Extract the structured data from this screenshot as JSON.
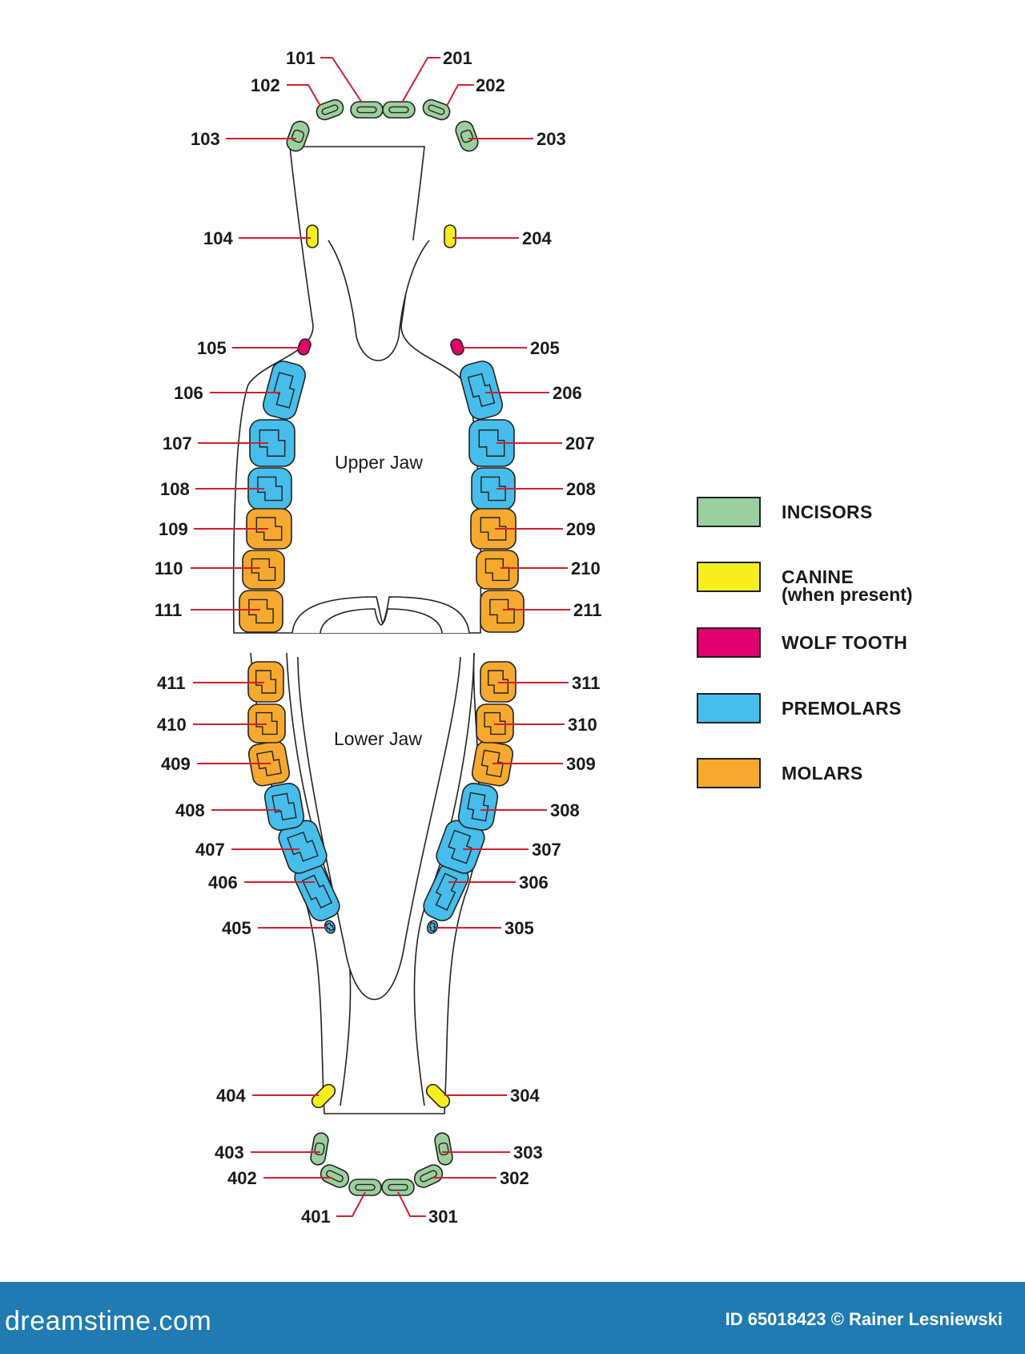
{
  "jaw_labels": {
    "upper": "Upper Jaw",
    "lower": "Lower Jaw"
  },
  "colors": {
    "incisors": "#9ccf9e",
    "canine": "#f7ee1f",
    "wolf": "#e0006e",
    "premolars": "#46bdea",
    "molars": "#f6a92e"
  },
  "legend": [
    {
      "key": "incisors",
      "label": "INCISORS",
      "sub": ""
    },
    {
      "key": "canine",
      "label": "CANINE",
      "sub": "(when present)"
    },
    {
      "key": "wolf",
      "label": "WOLF TOOTH",
      "sub": ""
    },
    {
      "key": "premolars",
      "label": "PREMOLARS",
      "sub": ""
    },
    {
      "key": "molars",
      "label": "MOLARS",
      "sub": ""
    }
  ],
  "teeth": {
    "upper_right": [
      {
        "num": "101",
        "type": "incisors"
      },
      {
        "num": "102",
        "type": "incisors"
      },
      {
        "num": "103",
        "type": "incisors"
      },
      {
        "num": "104",
        "type": "canine"
      },
      {
        "num": "105",
        "type": "wolf"
      },
      {
        "num": "106",
        "type": "premolars"
      },
      {
        "num": "107",
        "type": "premolars"
      },
      {
        "num": "108",
        "type": "premolars"
      },
      {
        "num": "109",
        "type": "molars"
      },
      {
        "num": "110",
        "type": "molars"
      },
      {
        "num": "111",
        "type": "molars"
      }
    ],
    "upper_left": [
      {
        "num": "201",
        "type": "incisors"
      },
      {
        "num": "202",
        "type": "incisors"
      },
      {
        "num": "203",
        "type": "incisors"
      },
      {
        "num": "204",
        "type": "canine"
      },
      {
        "num": "205",
        "type": "wolf"
      },
      {
        "num": "206",
        "type": "premolars"
      },
      {
        "num": "207",
        "type": "premolars"
      },
      {
        "num": "208",
        "type": "premolars"
      },
      {
        "num": "209",
        "type": "molars"
      },
      {
        "num": "210",
        "type": "molars"
      },
      {
        "num": "211",
        "type": "molars"
      }
    ],
    "lower_left": [
      {
        "num": "301",
        "type": "incisors"
      },
      {
        "num": "302",
        "type": "incisors"
      },
      {
        "num": "303",
        "type": "incisors"
      },
      {
        "num": "304",
        "type": "canine"
      },
      {
        "num": "305",
        "type": "premolars"
      },
      {
        "num": "306",
        "type": "premolars"
      },
      {
        "num": "307",
        "type": "premolars"
      },
      {
        "num": "308",
        "type": "premolars"
      },
      {
        "num": "309",
        "type": "molars"
      },
      {
        "num": "310",
        "type": "molars"
      },
      {
        "num": "311",
        "type": "molars"
      }
    ],
    "lower_right": [
      {
        "num": "401",
        "type": "incisors"
      },
      {
        "num": "402",
        "type": "incisors"
      },
      {
        "num": "403",
        "type": "incisors"
      },
      {
        "num": "404",
        "type": "canine"
      },
      {
        "num": "405",
        "type": "premolars"
      },
      {
        "num": "406",
        "type": "premolars"
      },
      {
        "num": "407",
        "type": "premolars"
      },
      {
        "num": "408",
        "type": "premolars"
      },
      {
        "num": "409",
        "type": "molars"
      },
      {
        "num": "410",
        "type": "molars"
      },
      {
        "num": "411",
        "type": "molars"
      }
    ]
  },
  "footer": {
    "site": "dreamstime.com",
    "credit": "ID 65018423 © Rainer Lesniewski"
  }
}
